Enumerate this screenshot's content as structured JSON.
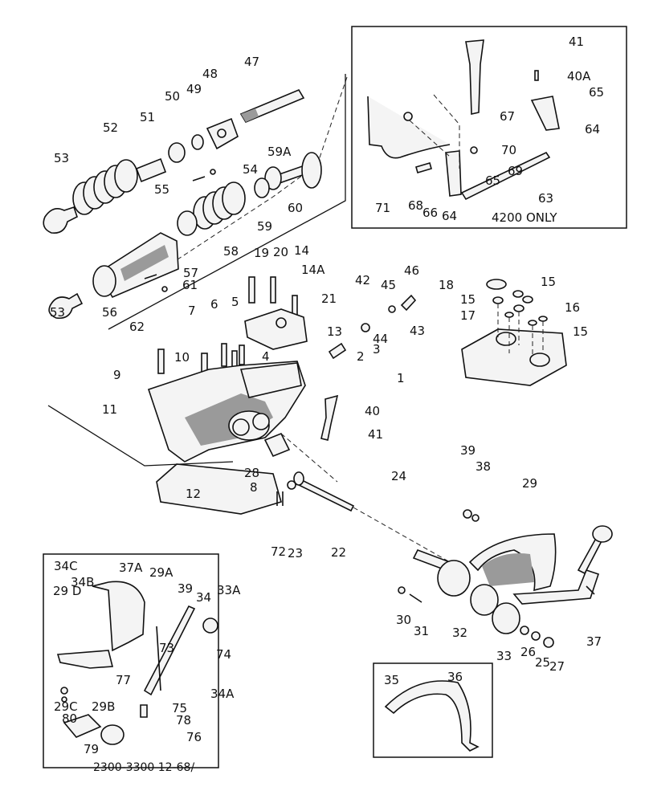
{
  "diagram": {
    "type": "exploded-parts-diagram",
    "subject": "Tractor hydraulic lift cover and control lever assembly",
    "caption": "2300-3300 12-68/",
    "inset_top_right": {
      "title": "4200 ONLY",
      "labels": [
        "41",
        "40A",
        "65",
        "64",
        "67",
        "70",
        "69",
        "65",
        "63",
        "71",
        "68",
        "66",
        "64"
      ]
    },
    "inset_bottom_left": {
      "labels": [
        "34C",
        "37A",
        "29A",
        "34B",
        "29 D",
        "39",
        "34",
        "33A",
        "73",
        "74",
        "34A",
        "77",
        "75",
        "78",
        "76",
        "29C",
        "29B",
        "80",
        "79"
      ]
    },
    "inset_bottom_center": {
      "labels": [
        "35",
        "36"
      ]
    },
    "inset_right_plate": {
      "labels": [
        "18",
        "15",
        "15",
        "16",
        "17",
        "15"
      ]
    },
    "main_labels": [
      "47",
      "48",
      "49",
      "50",
      "51",
      "52",
      "53",
      "59A",
      "54",
      "55",
      "60",
      "59",
      "58",
      "57",
      "56",
      "61",
      "62",
      "53",
      "19",
      "20",
      "14",
      "14A",
      "21",
      "42",
      "45",
      "46",
      "43",
      "44",
      "13",
      "3",
      "2",
      "1",
      "7",
      "6",
      "5",
      "4",
      "9",
      "10",
      "11",
      "40",
      "41",
      "28",
      "8",
      "12",
      "24",
      "72",
      "23",
      "22",
      "39",
      "38",
      "29",
      "30",
      "31",
      "32",
      "33",
      "26",
      "25",
      "27",
      "37"
    ]
  }
}
